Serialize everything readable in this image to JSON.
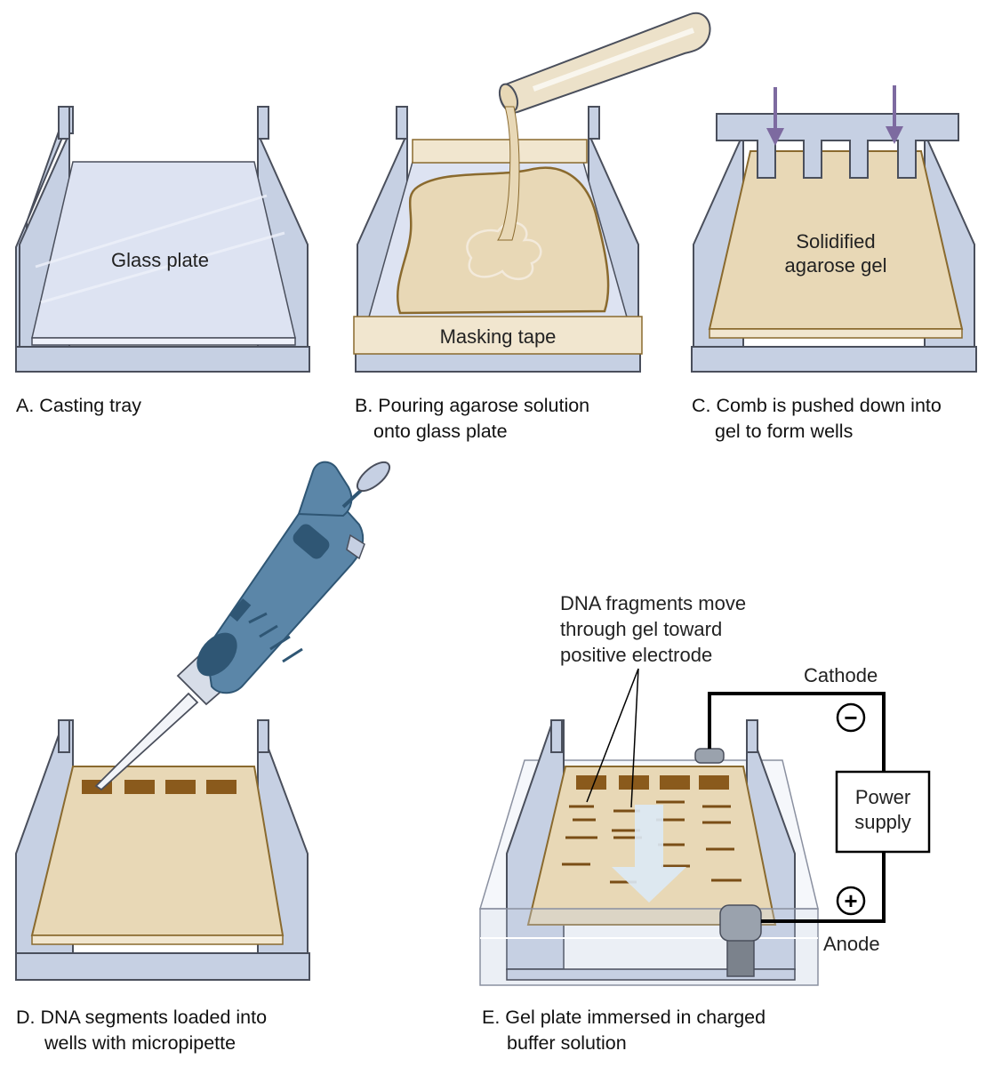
{
  "panel_a": {
    "plate_label": "Glass plate",
    "caption": [
      "A. Casting tray"
    ]
  },
  "panel_b": {
    "tape_label": "Masking tape",
    "caption": [
      "B. Pouring agarose solution",
      "onto glass plate"
    ]
  },
  "panel_c": {
    "gel_label": [
      "Solidified",
      "agarose gel"
    ],
    "caption": [
      "C. Comb is pushed down into",
      "gel to form wells"
    ]
  },
  "panel_d": {
    "caption": [
      "D.  DNA segments loaded into",
      "wells with micropipette"
    ]
  },
  "panel_e": {
    "dna_label": [
      "DNA fragments move",
      "through gel toward",
      "positive electrode"
    ],
    "cathode_label": "Cathode",
    "anode_label": "Anode",
    "power_label": [
      "Power",
      "supply"
    ],
    "minus_symbol": "−",
    "plus_symbol": "+",
    "caption": [
      "E. Gel plate immersed in charged",
      "buffer solution"
    ]
  },
  "colors": {
    "tray_fill": "#c6d0e3",
    "tray_stroke": "#4a4f5c",
    "glass": "#dde3f2",
    "gel": "#e8d8b6",
    "gel_stroke": "#8a6a2e",
    "tape": "#f1e6cf",
    "well": "#8a5a1c",
    "band": "#7a4e16",
    "arrow_purple": "#7d6aa0",
    "pipette": "#5b86a8",
    "pipette_dark": "#2f5674",
    "migration_arrow": "#dbeaf6"
  }
}
